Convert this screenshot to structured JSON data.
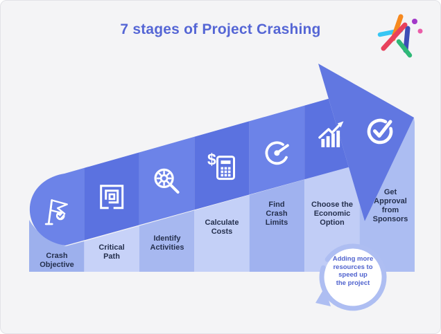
{
  "title": "7 stages of Project Crashing",
  "stages": [
    {
      "label": "Crash\nObjective",
      "icon": "flag-check-icon"
    },
    {
      "label": "Critical\nPath",
      "icon": "maze-icon"
    },
    {
      "label": "Identify\nActivities",
      "icon": "magnifier-gear-icon"
    },
    {
      "label": "Calculate\nCosts",
      "icon": "dollar-calculator-icon",
      "glyph": "$"
    },
    {
      "label": "Find\nCrash\nLimits",
      "icon": "gauge-icon"
    },
    {
      "label": "Choose the\nEconomic\nOption",
      "icon": "growth-chart-icon"
    },
    {
      "label": "Get\nApproval\nfrom\nSponsors",
      "icon": "check-circle-icon"
    }
  ],
  "loop_note": "Adding more\nresources to\nspeed up\nthe project",
  "colors": {
    "background": "#F4F4F6",
    "border": "#E2E3E7",
    "title": "#5566D5",
    "label": "#25304E",
    "band": [
      "#6C83E8",
      "#5B72E0",
      "#6C83E8",
      "#5B72E0",
      "#6C83E8",
      "#5B72E0"
    ],
    "arrowhead": "#6177E1",
    "columns": [
      "#9DB0ED",
      "#C7D2F8",
      "#A7B8F0",
      "#C4D0F7",
      "#A0B2EF",
      "#C1CDF6",
      "#ACBDF2"
    ],
    "icon": "#FFFFFF",
    "flag_check": "#6C83E8",
    "loop_ring": "#AEBEF2",
    "loop_fill": "#FFFFFF",
    "loop_text": "#5063CE",
    "logo": [
      "#38C6F4",
      "#3D4DB7",
      "#2FB877",
      "#F6891F",
      "#E8415C",
      "#A238C8",
      "#EA5DA8"
    ]
  }
}
